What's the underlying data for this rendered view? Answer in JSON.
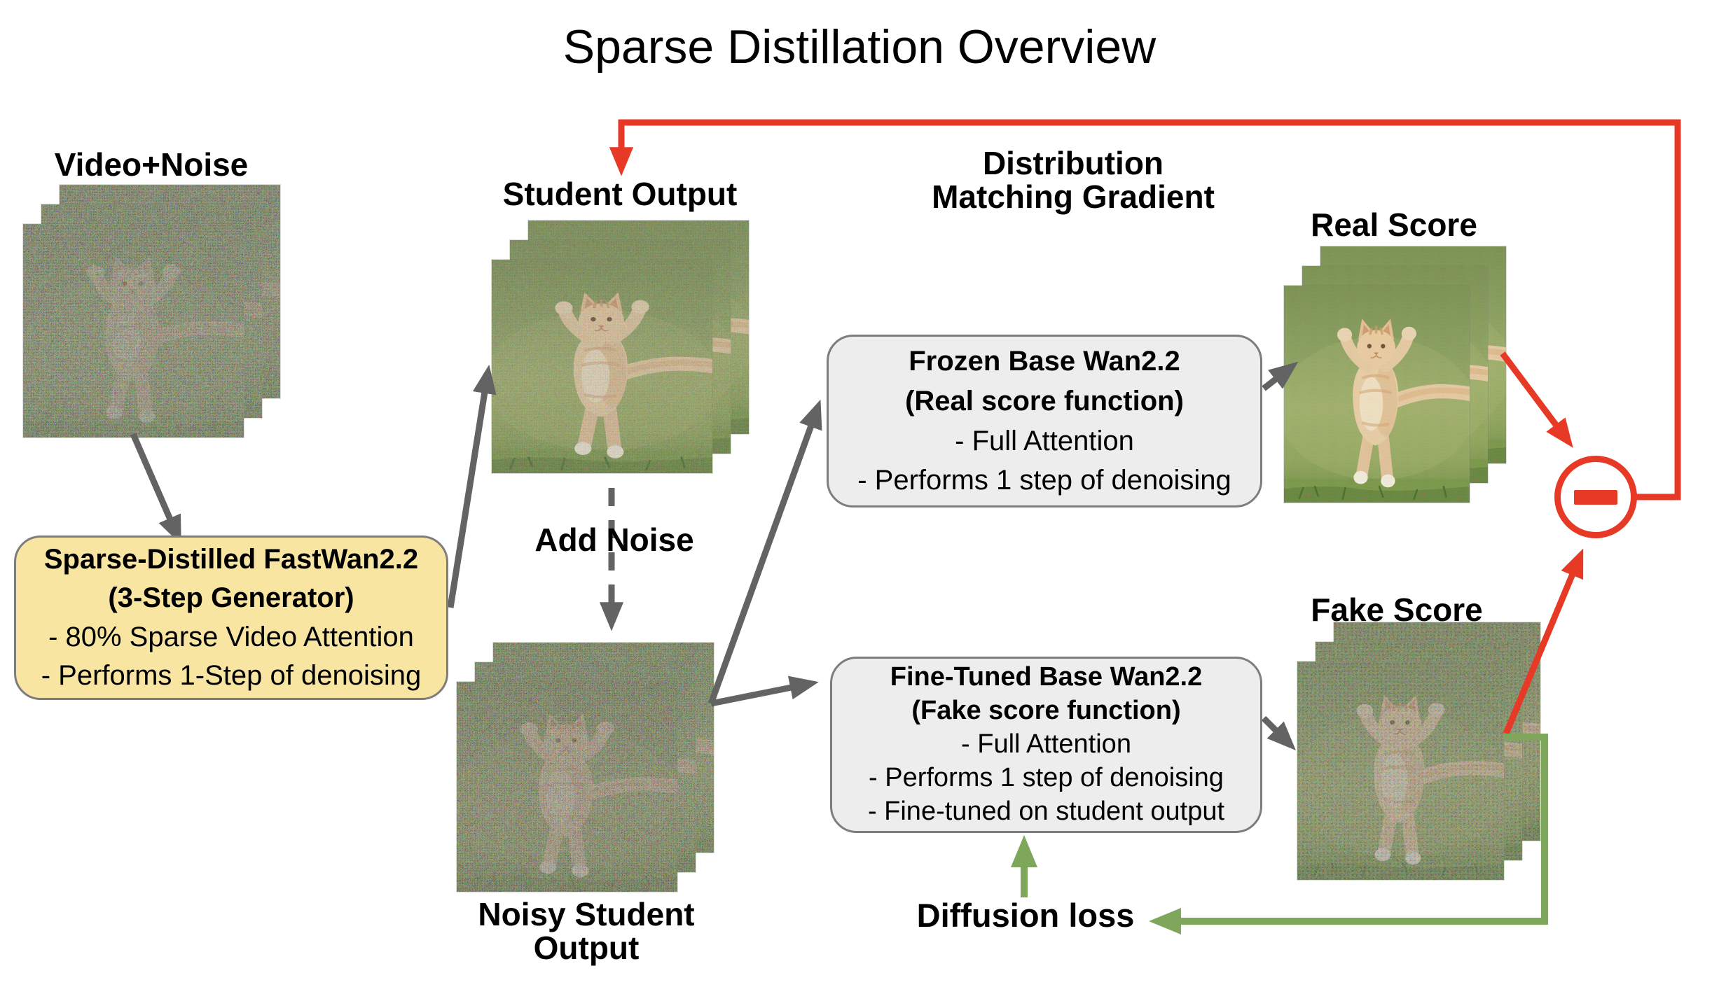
{
  "title": "Sparse Distillation Overview",
  "labels": {
    "video_noise": "Video+Noise",
    "student_output": "Student Output",
    "add_noise": "Add Noise",
    "noisy_student": "Noisy Student\nOutput",
    "distribution_matching": "Distribution\nMatching Gradient",
    "real_score": "Real Score",
    "fake_score": "Fake Score",
    "diffusion_loss": "Diffusion loss"
  },
  "boxes": {
    "generator": {
      "title1": "Sparse-Distilled FastWan2.2",
      "title2": "(3-Step Generator)",
      "bullet1": "- 80% Sparse Video Attention",
      "bullet2": "- Performs 1-Step of denoising"
    },
    "real_score_fn": {
      "title1": "Frozen Base Wan2.2",
      "title2": "(Real score function)",
      "bullet1": "- Full Attention",
      "bullet2": "- Performs 1 step of denoising"
    },
    "fake_score_fn": {
      "title1": "Fine-Tuned Base Wan2.2",
      "title2": "(Fake score function)",
      "bullet1": "- Full Attention",
      "bullet2": "- Performs 1 step of denoising",
      "bullet3": "- Fine-tuned on student output"
    }
  },
  "colors": {
    "accent_red": "#e63a26",
    "accent_green": "#7ea75c",
    "arrow_gray": "#636363",
    "generator_box_fill": "#f8e5a2",
    "score_box_fill": "#ededed"
  }
}
